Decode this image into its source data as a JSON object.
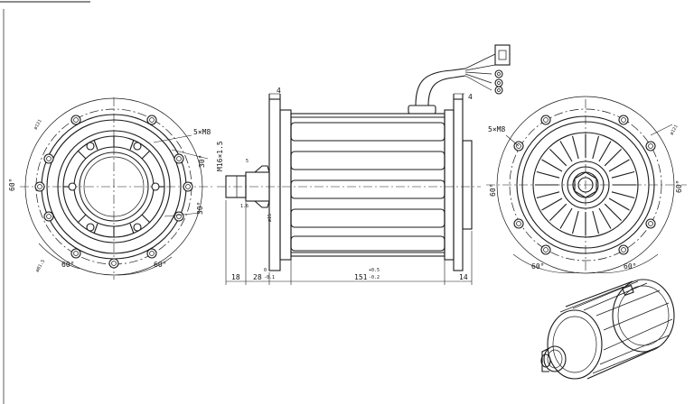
{
  "front_view": {
    "bolt_callout": "5×M8",
    "angles": [
      "60°",
      "60°",
      "60°",
      "30°",
      "30°"
    ],
    "small_labels": [
      "ø121",
      "ø81.5"
    ]
  },
  "side_view": {
    "thread_label": "M16×1.5",
    "key_label": "5",
    "flat_label": "1.6",
    "offset_labels": [
      "4",
      "4"
    ],
    "shaft_label": "ø15",
    "dims": {
      "d18": "18",
      "d28": "28",
      "d28_tol_upper": "0",
      "d28_tol": "-0.1",
      "d151": "151",
      "d151_tol_upper": "+0.5",
      "d151_tol_lower": "-0.2",
      "d14": "14"
    }
  },
  "rear_view": {
    "bolt_callout": "5×M8",
    "angles": [
      "60°",
      "60°",
      "60°",
      "60°"
    ],
    "small_labels": [
      "ø121"
    ]
  },
  "colors": {
    "line": "#1a1a1a",
    "background": "#ffffff"
  }
}
